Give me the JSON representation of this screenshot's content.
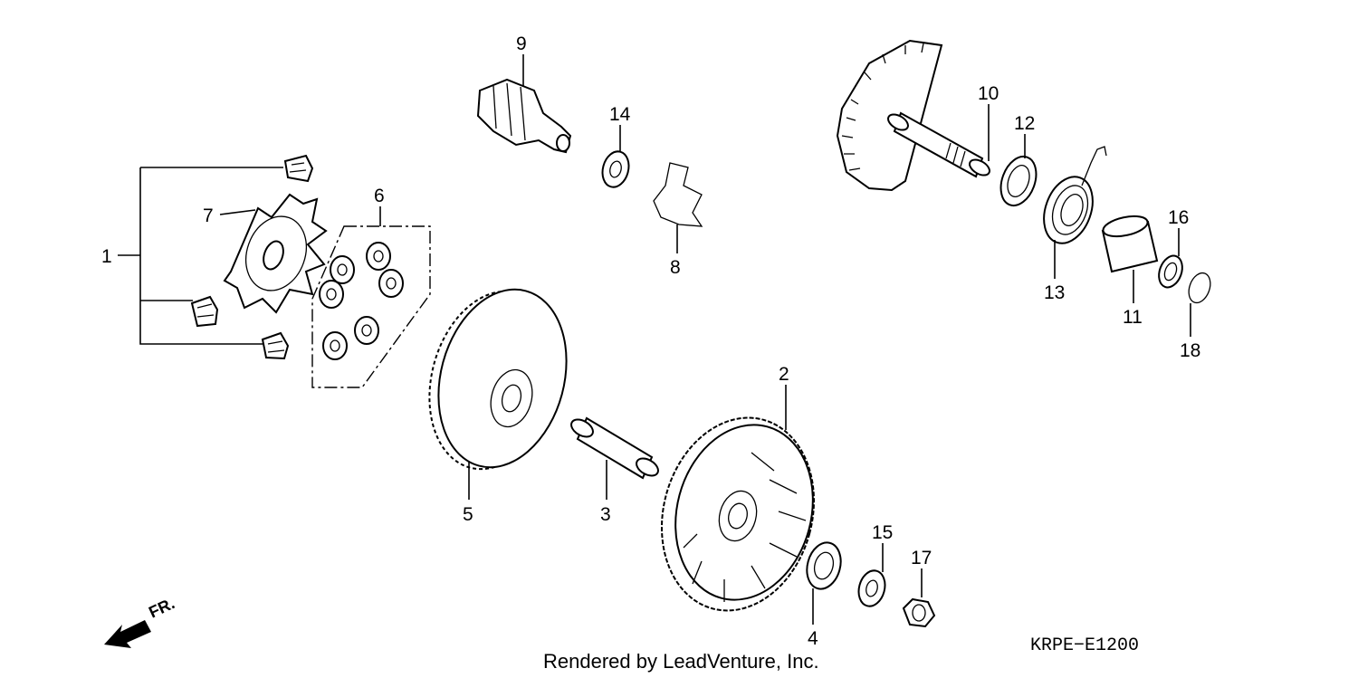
{
  "callouts": {
    "c1": "1",
    "c2": "2",
    "c3": "3",
    "c4": "4",
    "c5": "5",
    "c6": "6",
    "c7": "7",
    "c8": "8",
    "c9": "9",
    "c10": "10",
    "c11": "11",
    "c12": "12",
    "c13": "13",
    "c14": "14",
    "c15": "15",
    "c16": "16",
    "c17": "17",
    "c18": "18"
  },
  "direction_label": "FR.",
  "footer_text": "Rendered by LeadVenture, Inc.",
  "diagram_code": "KRPE−E1200"
}
